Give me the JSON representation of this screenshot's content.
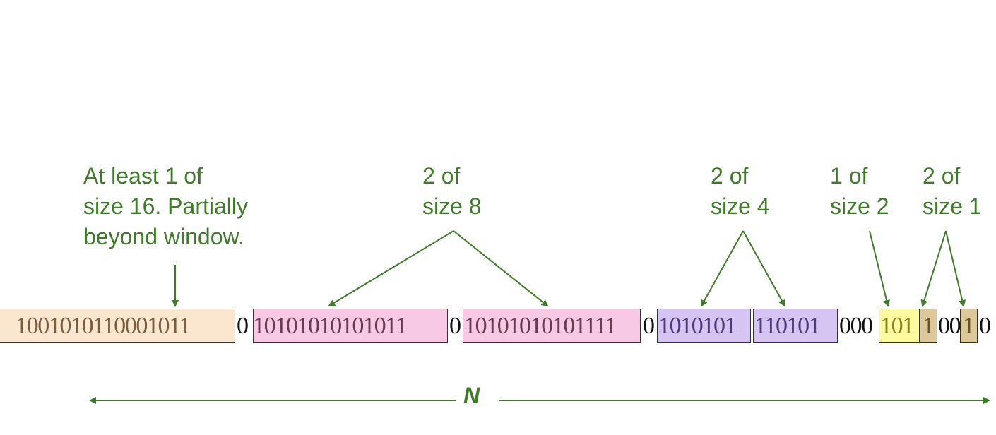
{
  "labels": {
    "size16": [
      "At least 1 of",
      "size 16.  Partially",
      "beyond window."
    ],
    "size8": [
      "2 of",
      "size 8"
    ],
    "size4": [
      "2 of",
      "size 4"
    ],
    "size2": [
      "1 of",
      "size 2"
    ],
    "size1": [
      "2 of",
      "size 1"
    ]
  },
  "buckets": {
    "b16": "1001010110001011",
    "b8a": "10101010101011",
    "b8b": "10101010101111",
    "b4a": "1010101",
    "b4b": "110101",
    "b2": "101",
    "b1a": "1",
    "b1b": "1"
  },
  "gaps": {
    "g1": "0",
    "g2": "0",
    "g3": "0",
    "g4": "000",
    "g5": "00",
    "g6": "0"
  },
  "window": {
    "label": "N"
  },
  "colors": {
    "annotation": "#3f7a2a",
    "size16": "#fbe6cf",
    "size8": "#f7c9e4",
    "size4": "#d6c5f2",
    "size2": "#fdfaa0",
    "size1": "#dcc89a"
  }
}
